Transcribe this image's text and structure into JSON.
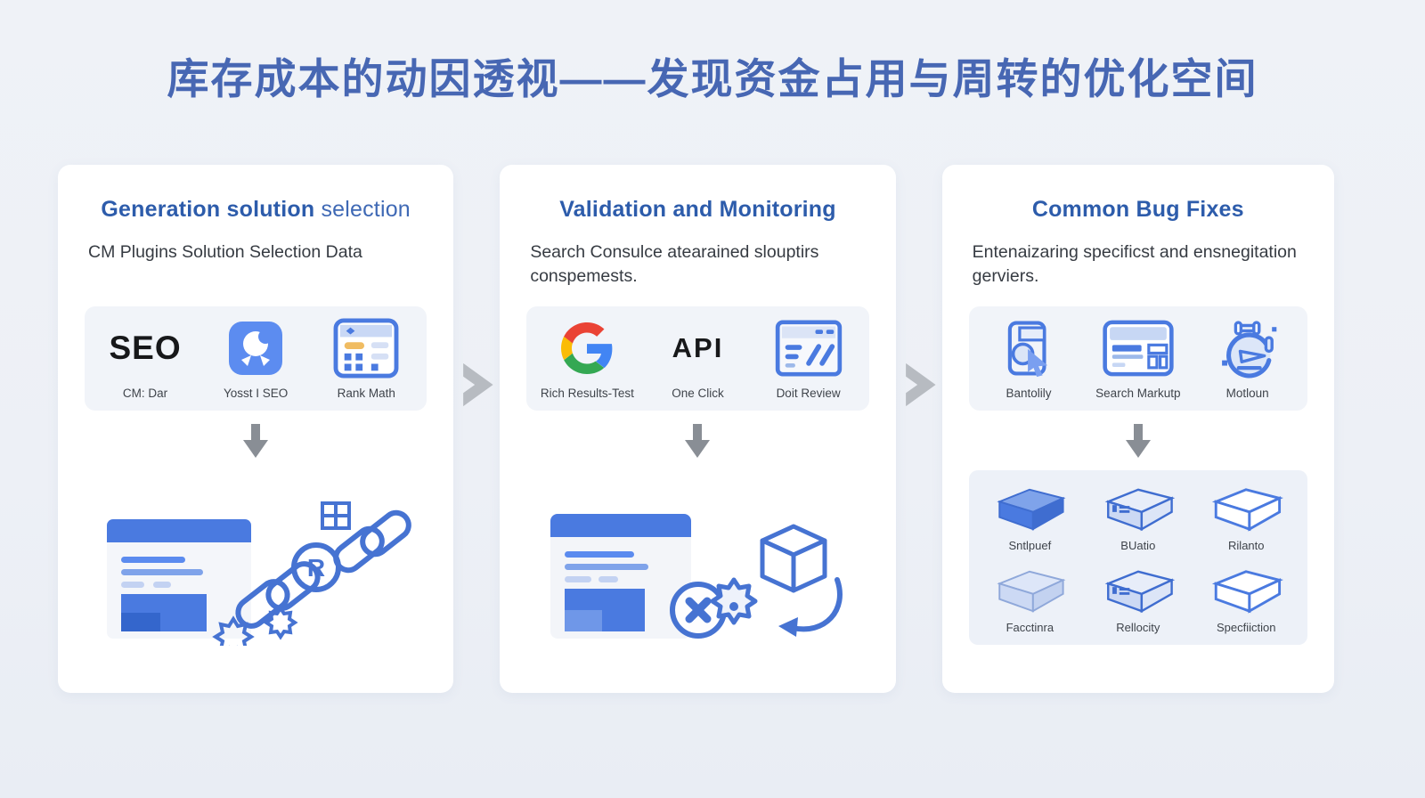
{
  "page_title": "库存成本的动因透视——发现资金占用与周转的优化空间",
  "colors": {
    "page_bg": "#eff2f7",
    "title_blue": "#4767b3",
    "card_title_blue": "#2d5cab",
    "accent_blue": "#4a7ae0",
    "illustration_stroke": "#4673d2",
    "tray_bg": "#f1f4f9",
    "arrow_gray": "#898e95",
    "chevron_gray": "#b7bbc1",
    "orange": "#f0bc62",
    "google_red": "#ea4335",
    "google_yellow": "#fbbc05",
    "google_green": "#34a853",
    "google_blue": "#4285f4"
  },
  "cards": [
    {
      "title_strong": "Generation solution",
      "title_light": " selection",
      "subtitle": "CM Plugins Solution Selection Data",
      "tools": [
        {
          "icon": "seo-text-logo",
          "logo_text": "SEO",
          "label": "CM: Dar"
        },
        {
          "icon": "yoast-app-icon",
          "label": "Yosst I SEO"
        },
        {
          "icon": "rank-math-icon",
          "label": "Rank Math"
        }
      ],
      "illustration": {
        "name": "browser-chain-links-gears",
        "badge_letter": "R"
      }
    },
    {
      "title_strong": "Validation and Monitoring",
      "title_light": "",
      "subtitle": "Search Consulce atearained slouptirs conspemests.",
      "tools": [
        {
          "icon": "google-g-logo",
          "label": "Rich Results-Test"
        },
        {
          "icon": "api-text-logo",
          "logo_text": "API",
          "label": "One Click"
        },
        {
          "icon": "doc-review-icon",
          "label": "Doit Review"
        }
      ],
      "illustration": {
        "name": "browser-error-cube-recycle"
      }
    },
    {
      "title_strong": "Common Bug Fixes",
      "title_light": "",
      "subtitle": "Entenaizaring specificst and ensnegitation gerviers.",
      "tools": [
        {
          "icon": "page-inspect-icon",
          "label": "Bantolily"
        },
        {
          "icon": "search-markup-icon",
          "label": "Search Markutp"
        },
        {
          "icon": "motion-icon",
          "label": "Motloun"
        }
      ],
      "grid": [
        {
          "icon": "box-3d-solid-blue",
          "label": "Sntlpuef"
        },
        {
          "icon": "box-3d-detail",
          "label": "BUatio"
        },
        {
          "icon": "box-3d-outline",
          "label": "Rilanto"
        },
        {
          "icon": "box-3d-solid-light",
          "label": "Facctinra"
        },
        {
          "icon": "box-3d-detail",
          "label": "Rellocity"
        },
        {
          "icon": "box-3d-outline",
          "label": "Specfiiction"
        }
      ]
    }
  ]
}
